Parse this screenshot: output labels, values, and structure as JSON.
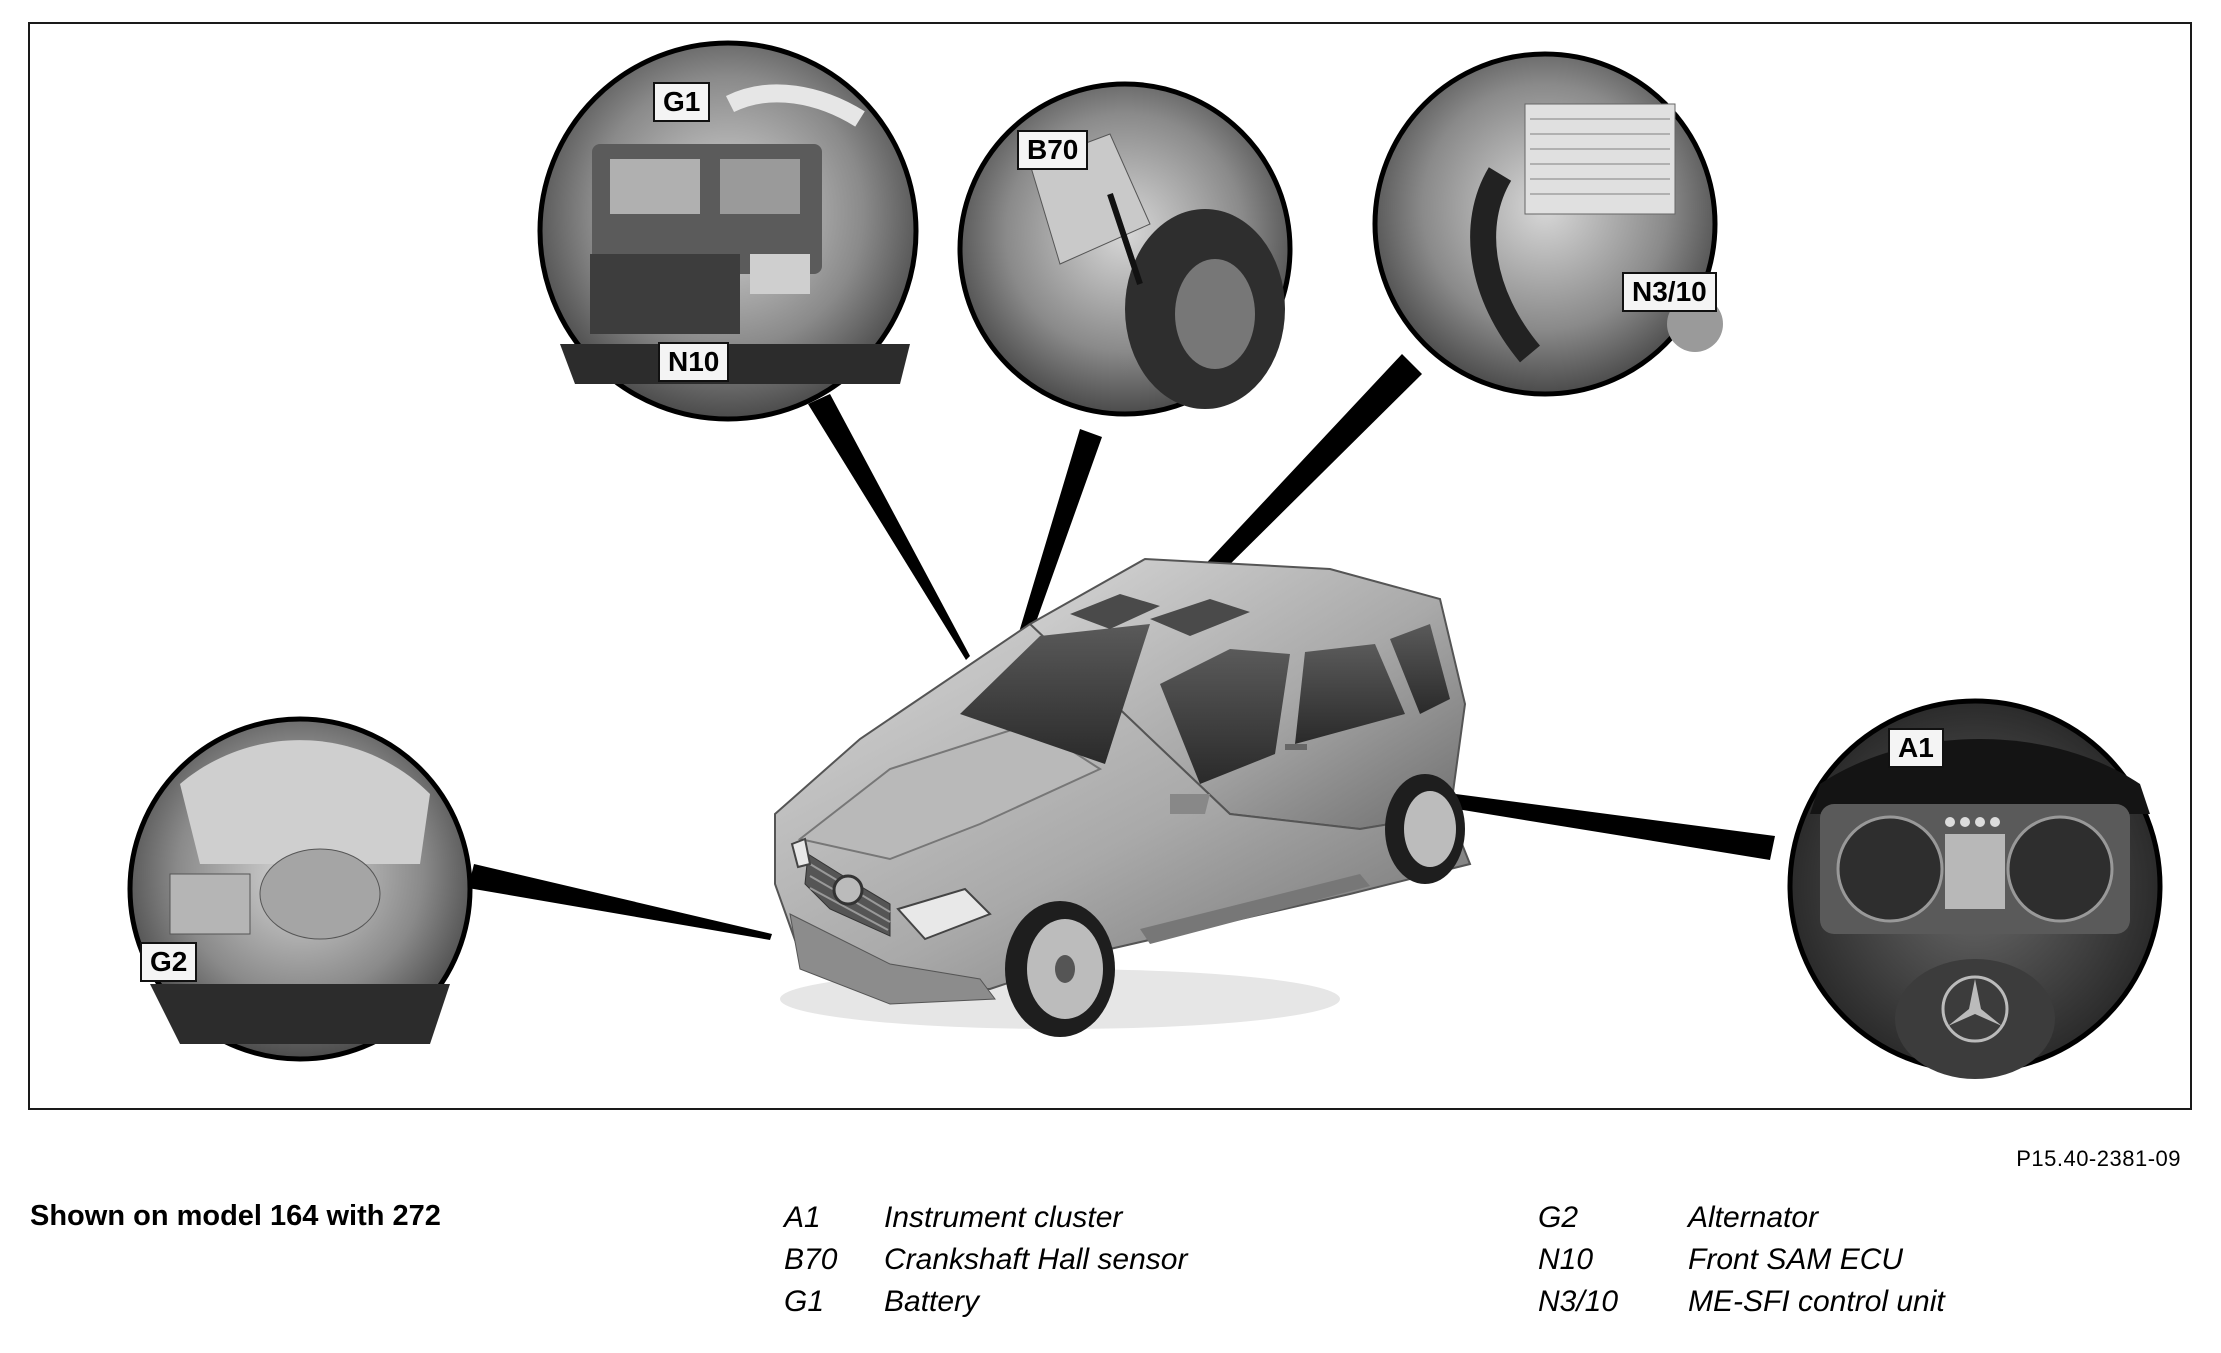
{
  "callouts": {
    "g1": "G1",
    "n10": "N10",
    "b70": "B70",
    "n3_10": "N3/10",
    "g2": "G2",
    "a1": "A1"
  },
  "figure_id": "P15.40-2381-09",
  "caption": "Shown on model 164 with 272",
  "legend": {
    "left": [
      {
        "code": "A1",
        "text": "Instrument cluster"
      },
      {
        "code": "B70",
        "text": "Crankshaft Hall sensor"
      },
      {
        "code": "G1",
        "text": "Battery"
      }
    ],
    "right": [
      {
        "code": "G2",
        "text": "Alternator"
      },
      {
        "code": "N10",
        "text": "Front SAM ECU"
      },
      {
        "code": "N3/10",
        "text": "ME-SFI control unit"
      }
    ]
  }
}
